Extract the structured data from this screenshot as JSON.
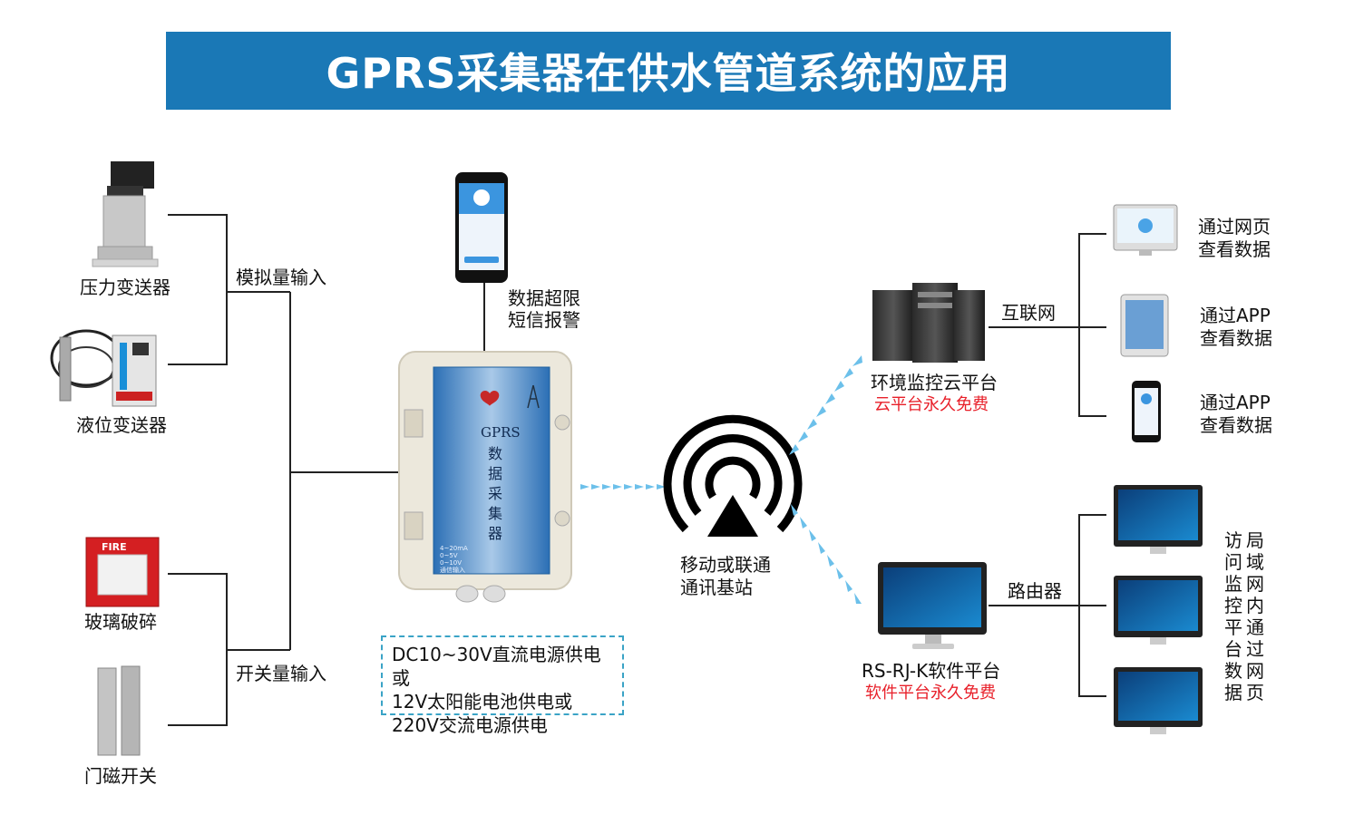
{
  "title": "GPRS采集器在供水管道系统的应用",
  "inputs": {
    "pressure": "压力变送器",
    "level": "液位变送器",
    "glass": "玻璃破碎",
    "door": "门磁开关",
    "analog_label": "模拟量输入",
    "switch_label": "开关量输入"
  },
  "device": {
    "name_en": "GPRS",
    "name_cn": [
      "数",
      "据",
      "采",
      "集",
      "器"
    ],
    "indicators": [
      "4~20mA",
      "0~5V",
      "0~10V",
      "通信输入"
    ]
  },
  "sms": {
    "line1": "数据超限",
    "line2": "短信报警"
  },
  "power": {
    "line1": "DC10~30V直流电源供电或",
    "line2": "12V太阳能电池供电或",
    "line3": "220V交流电源供电"
  },
  "station": {
    "line1": "移动或联通",
    "line2": "通讯基站"
  },
  "cloud": {
    "name": "环境监控云平台",
    "free": "云平台永久免费",
    "link": "互联网",
    "targets": [
      {
        "line1": "通过网页",
        "line2": "查看数据"
      },
      {
        "line1": "通过APP",
        "line2": "查看数据"
      },
      {
        "line1": "通过APP",
        "line2": "查看数据"
      }
    ]
  },
  "software": {
    "name": "RS-RJ-K软件平台",
    "free": "软件平台永久免费",
    "link": "路由器",
    "col1": "访问监控平台数据",
    "col2": "局域网内通过网页"
  },
  "colors": {
    "title_bg": "#1a78b6",
    "free_text": "#e8202a",
    "dash_border": "#3aa3c6",
    "arrow": "#6cc0ea"
  }
}
